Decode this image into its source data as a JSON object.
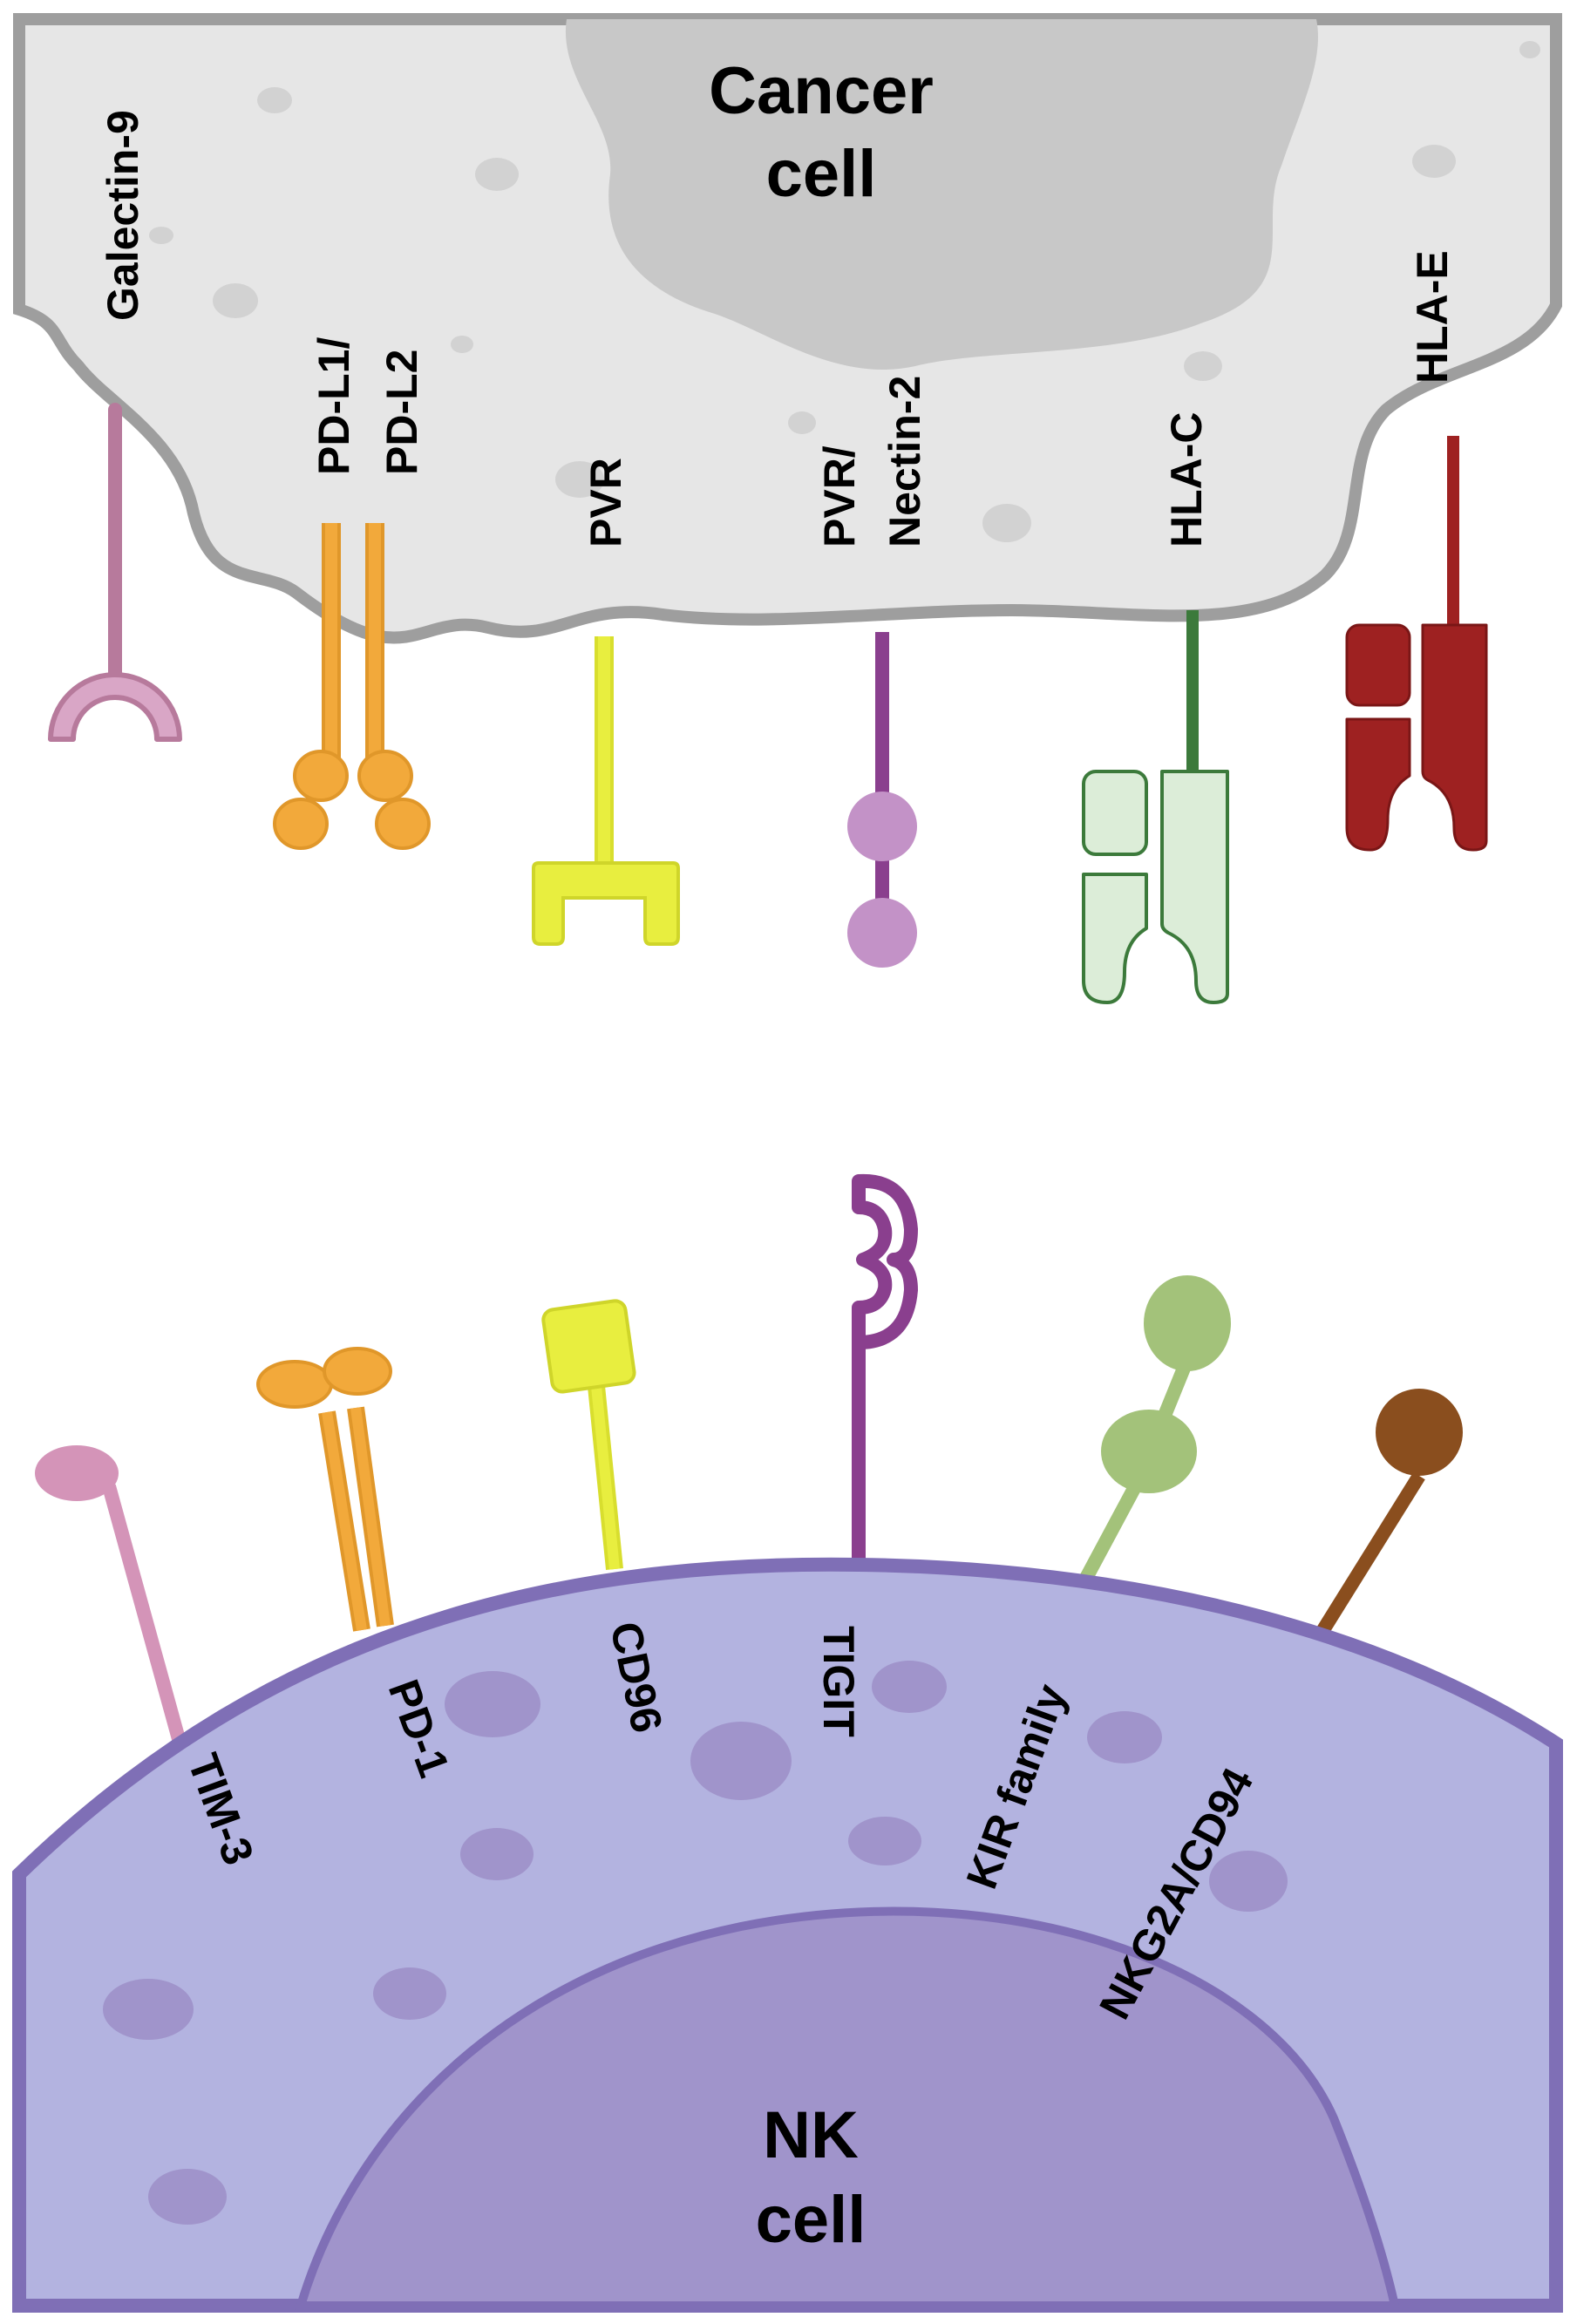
{
  "cancer_cell": {
    "title_line1": "Cancer",
    "title_line2": "cell",
    "ligands": {
      "galectin9": "Galectin-9",
      "pdl1": "PD-L1/",
      "pdl2": "PD-L2",
      "pvr": "PVR",
      "pvr_nectin_1": "PVR/",
      "pvr_nectin_2": "Nectin-2",
      "hlac": "HLA-C",
      "hlae": "HLA-E"
    }
  },
  "nk_cell": {
    "title_line1": "NK",
    "title_line2": "cell",
    "receptors": {
      "tim3": "TIM-3",
      "pd1": "PD-1",
      "cd96": "CD96",
      "tigit": "TIGIT",
      "kir": "KIR family",
      "nkg2a": "NKG2A/CD94"
    }
  },
  "colors": {
    "cancer_fill": "#e6e6e6",
    "cancer_outline": "#9e9e9e",
    "cancer_nucleus": "#c8c8c8",
    "nk_fill": "#b3b3e0",
    "nk_outline": "#7f6fb6",
    "nk_nucleus": "#a094cb",
    "galectin9": "#b77a9c",
    "pd": "#f2a93b",
    "pvr": "#e8ee3f",
    "tigit_pvr": "#8a3f8e",
    "pvr_bead": "#c392c7",
    "hlac": "#3c7a3b",
    "hlac_fill": "#dcedd8",
    "hlae": "#9e2121",
    "tim3": "#d494b8",
    "kir": "#a3c27a",
    "nkg2a": "#8a4e1e"
  }
}
